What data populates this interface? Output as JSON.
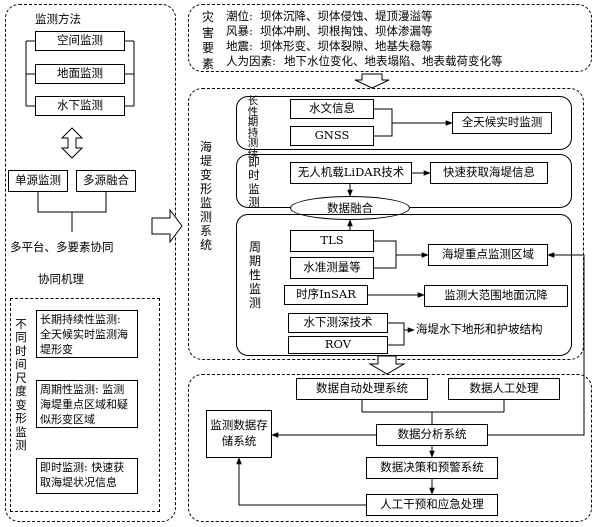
{
  "methods": {
    "title": "监测方法",
    "items": [
      "空间监测",
      "地面监测",
      "水下监测"
    ],
    "source_single": "单源监测",
    "source_multi": "多源融合",
    "platform": "多平台、多要素协同",
    "mechanism": "协同机理"
  },
  "timescale": {
    "label": "不同时间尺度变形监测",
    "items": [
      "长期持续性监测: 全天候实时监测海堤形变",
      "周期性监测: 监测海堤重点区域和疑似形变区域",
      "即时监测: 快速获取海堤状况信息"
    ]
  },
  "hazards": {
    "label": "灾害要素",
    "rows": [
      {
        "k": "潮位:",
        "v": "坝体沉降、坝体侵蚀、堤顶漫溢等"
      },
      {
        "k": "风暴:",
        "v": "坝体冲刷、坝根掏蚀、坝体渗漏等"
      },
      {
        "k": "地震:",
        "v": "坝体形变、坝体裂隙、地基失稳等"
      },
      {
        "k": "人为因素:",
        "v": "地下水位变化、地表塌陷、地表载荷变化等"
      }
    ]
  },
  "system": {
    "label": "海堤变形监测系统",
    "long_term": {
      "label": "长性期持测续",
      "items": [
        "水文信息",
        "GNSS"
      ],
      "output": "全天候实时监测"
    },
    "instant": {
      "label": "即时监测",
      "item": "无人机载LiDAR技术",
      "output": "快速获取海堤信息",
      "fusion": "数据融合"
    },
    "periodic": {
      "label": "周期性监测",
      "items": [
        "TLS",
        "水准测量等",
        "时序InSAR",
        "水下测深技术",
        "ROV"
      ],
      "outputs": [
        "海堤重点监测区域",
        "监测大范围地面沉降",
        "海堤水下地形和护坡结构"
      ]
    }
  },
  "processing": {
    "auto": "数据自动处理系统",
    "manual": "数据人工处理",
    "storage": "监测数据存储系统",
    "analysis": "数据分析系统",
    "decision": "数据决策和预警系统",
    "intervention": "人工干预和应急处理"
  }
}
